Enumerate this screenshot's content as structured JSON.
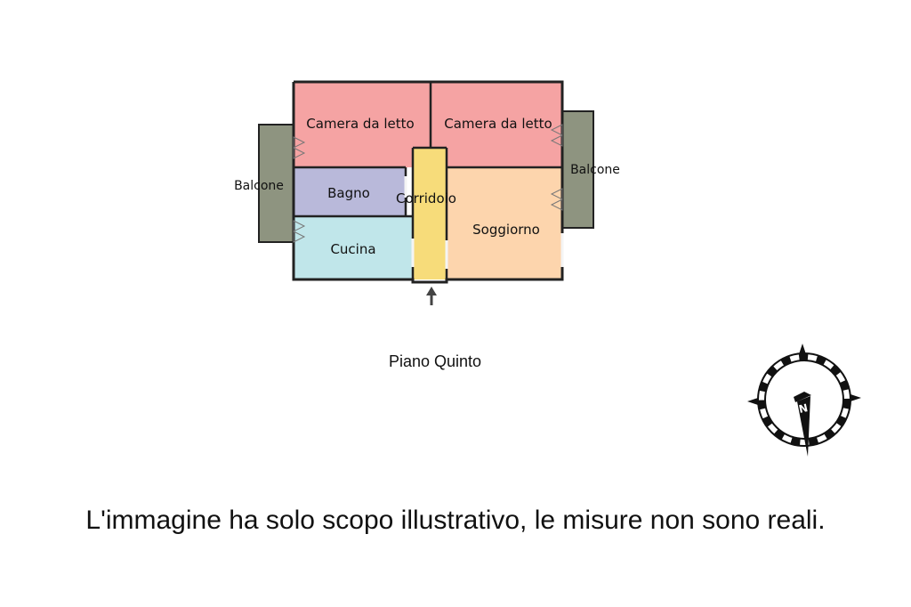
{
  "floorplan": {
    "rooms": {
      "bedroom_left": "Camera da letto",
      "bedroom_right": "Camera da letto",
      "bathroom": "Bagno",
      "corridor": "Corridoio",
      "kitchen": "Cucina",
      "living_room": "Soggiorno",
      "balcony_left": "Balcone",
      "balcony_right": "Balcone"
    },
    "floor_name": "Piano Quinto",
    "compass_label": "N",
    "entrance_icon": "up-arrow-icon",
    "compass_icon": "compass-icon"
  },
  "footer": {
    "disclaimer": "L'immagine ha solo scopo illustrativo, le misure non sono reali."
  },
  "colors": {
    "bedroom": "#f5a3a3",
    "bathroom": "#b9b9da",
    "corridor": "#f7dc7a",
    "kitchen": "#c0e6ea",
    "living_room": "#fdd5ad",
    "balcony": "#8e9480",
    "wall": "#222222"
  }
}
